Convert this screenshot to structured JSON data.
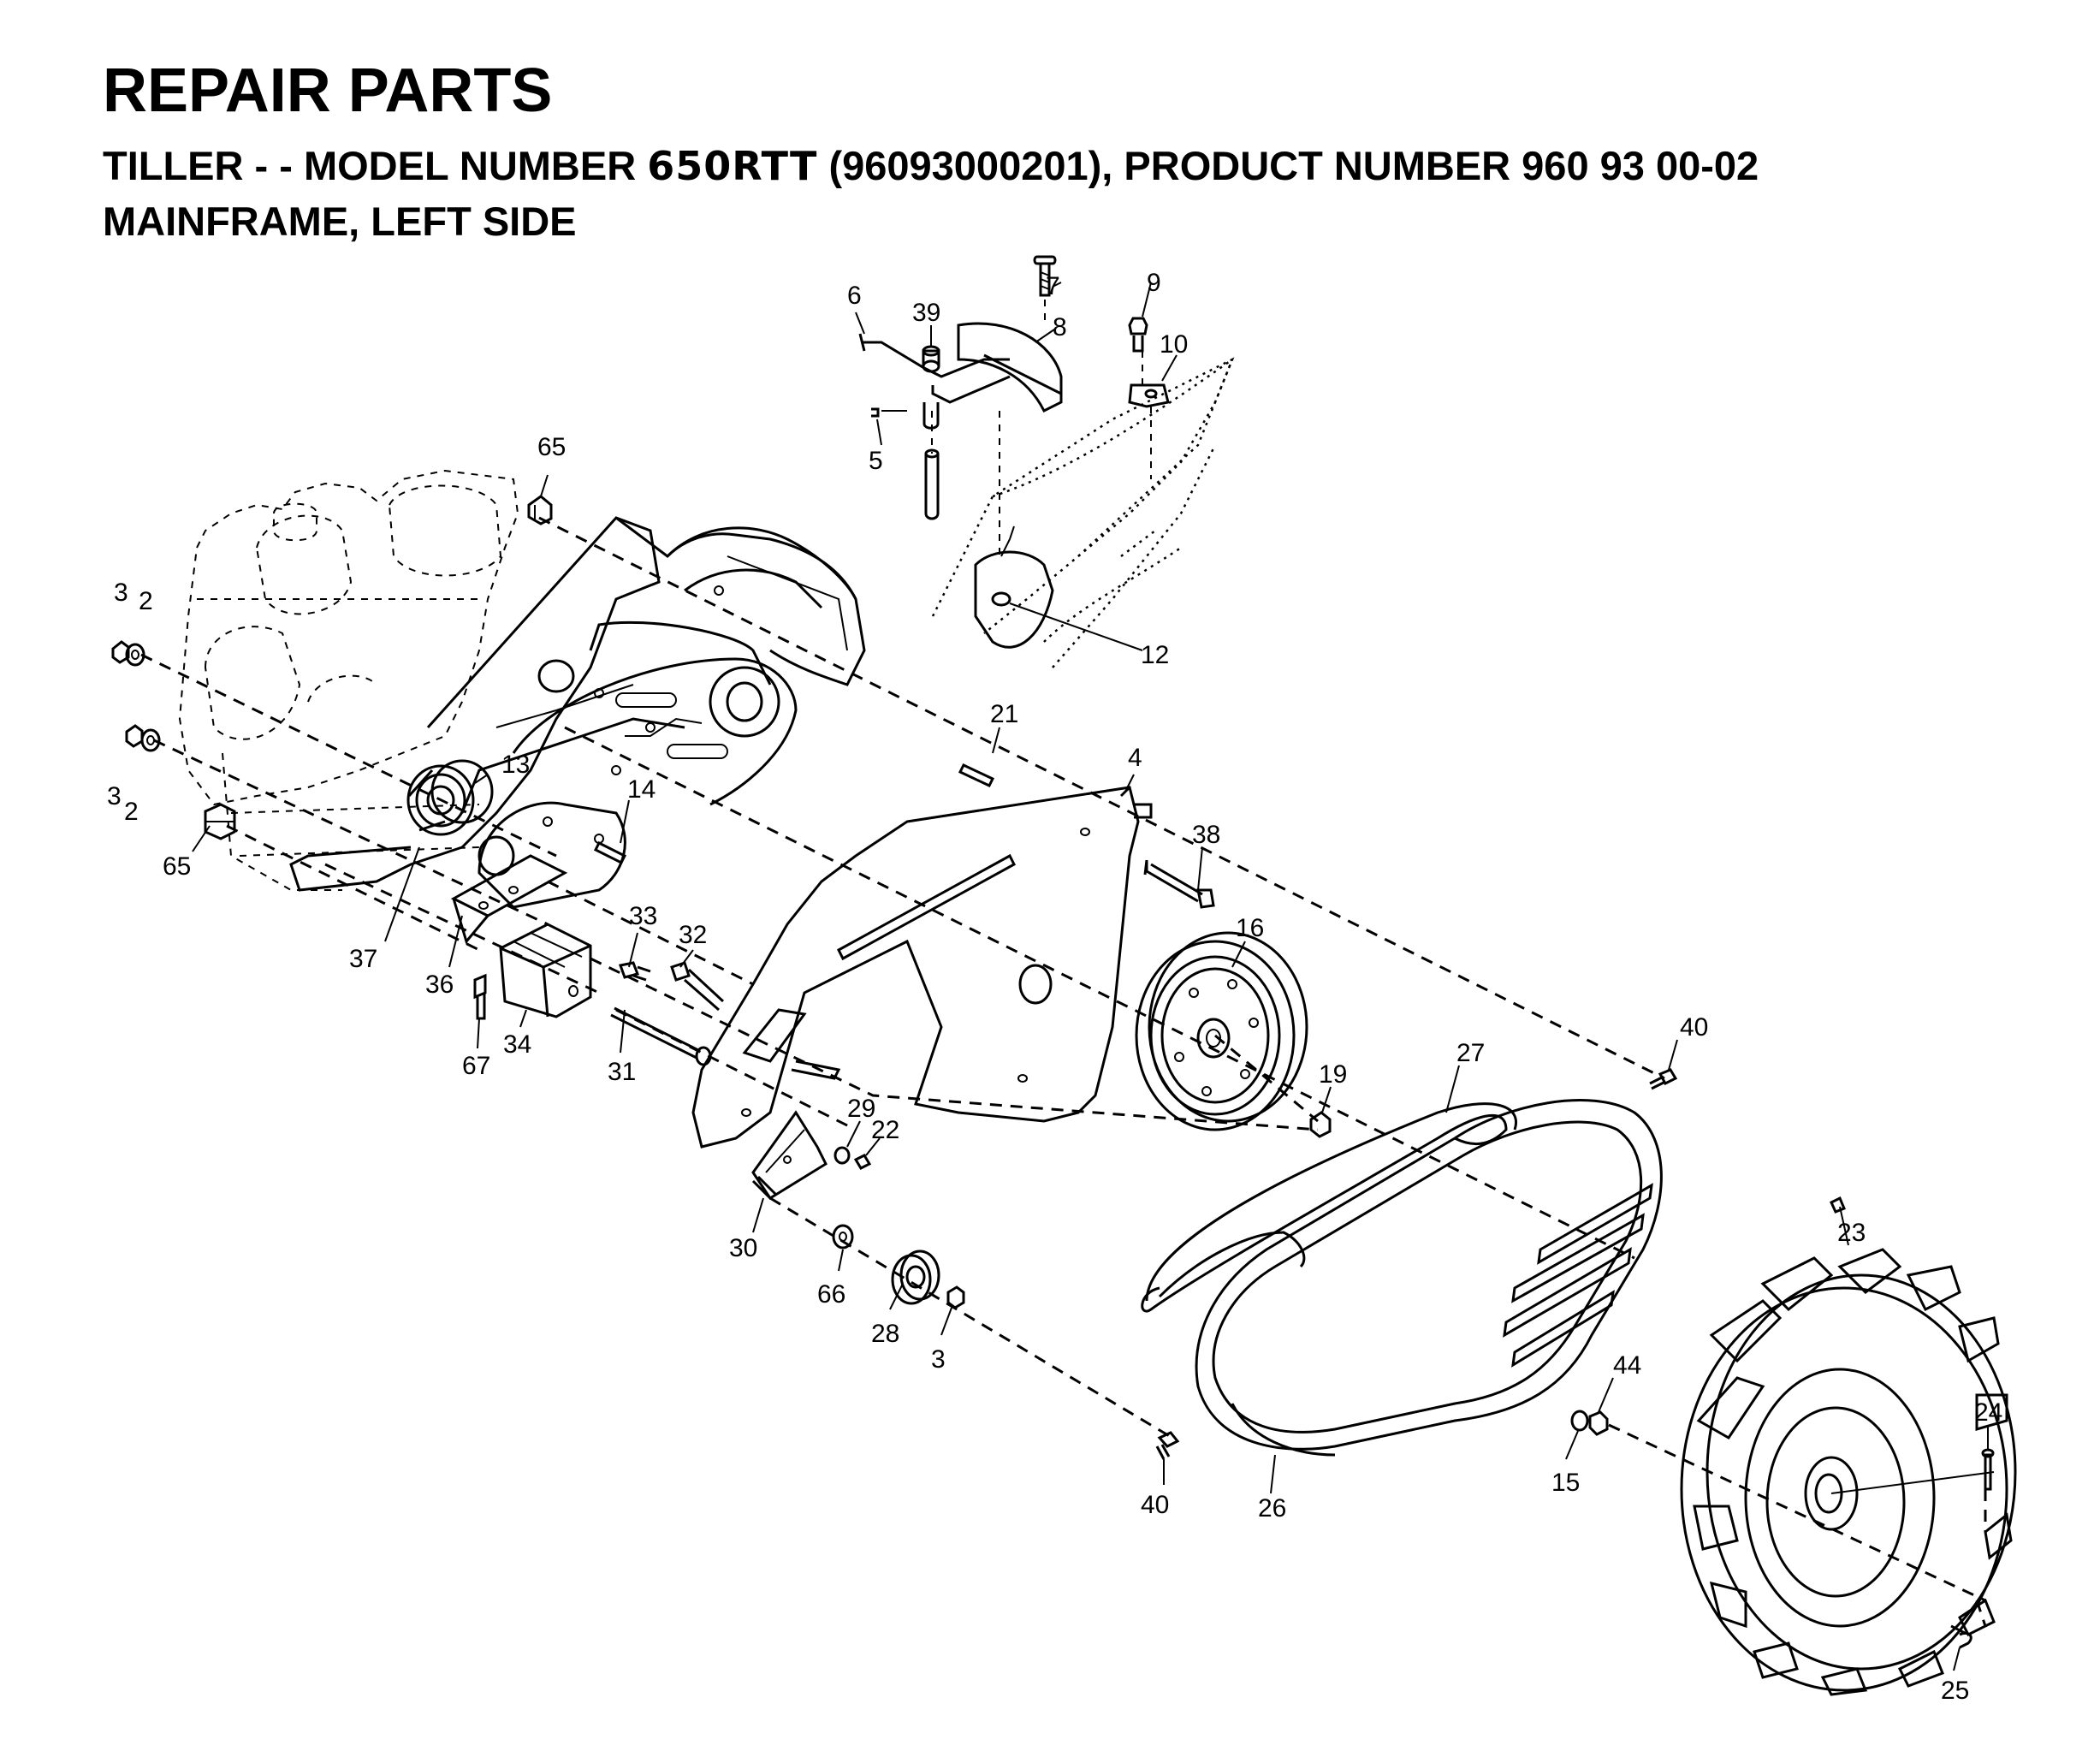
{
  "header": {
    "title": "REPAIR PARTS",
    "subtitle_prefix": "TILLER - - MODEL NUMBER ",
    "model": "650RTT",
    "subtitle_suffix": " (96093000201), PRODUCT NUMBER 960 93 00-02",
    "section": "MAINFRAME, LEFT SIDE"
  },
  "callouts": {
    "c6": "6",
    "c39": "39",
    "c7": "7",
    "c8": "8",
    "c9": "9",
    "c10": "10",
    "c5": "5",
    "c65a": "65",
    "c12": "12",
    "c3a": "3",
    "c2a": "2",
    "c3b": "3",
    "c2b": "2",
    "c21": "21",
    "c4": "4",
    "c13": "13",
    "c14": "14",
    "c65b": "65",
    "c38": "38",
    "c16": "16",
    "c33": "33",
    "c32": "32",
    "c37": "37",
    "c36": "36",
    "c34": "34",
    "c67": "67",
    "c31": "31",
    "c40a": "40",
    "c27": "27",
    "c19": "19",
    "c29": "29",
    "c22": "22",
    "c30": "30",
    "c66": "66",
    "c28": "28",
    "c3c": "3",
    "c23": "23",
    "c44": "44",
    "c24": "24",
    "c40b": "40",
    "c26": "26",
    "c15": "15",
    "c25": "25"
  }
}
